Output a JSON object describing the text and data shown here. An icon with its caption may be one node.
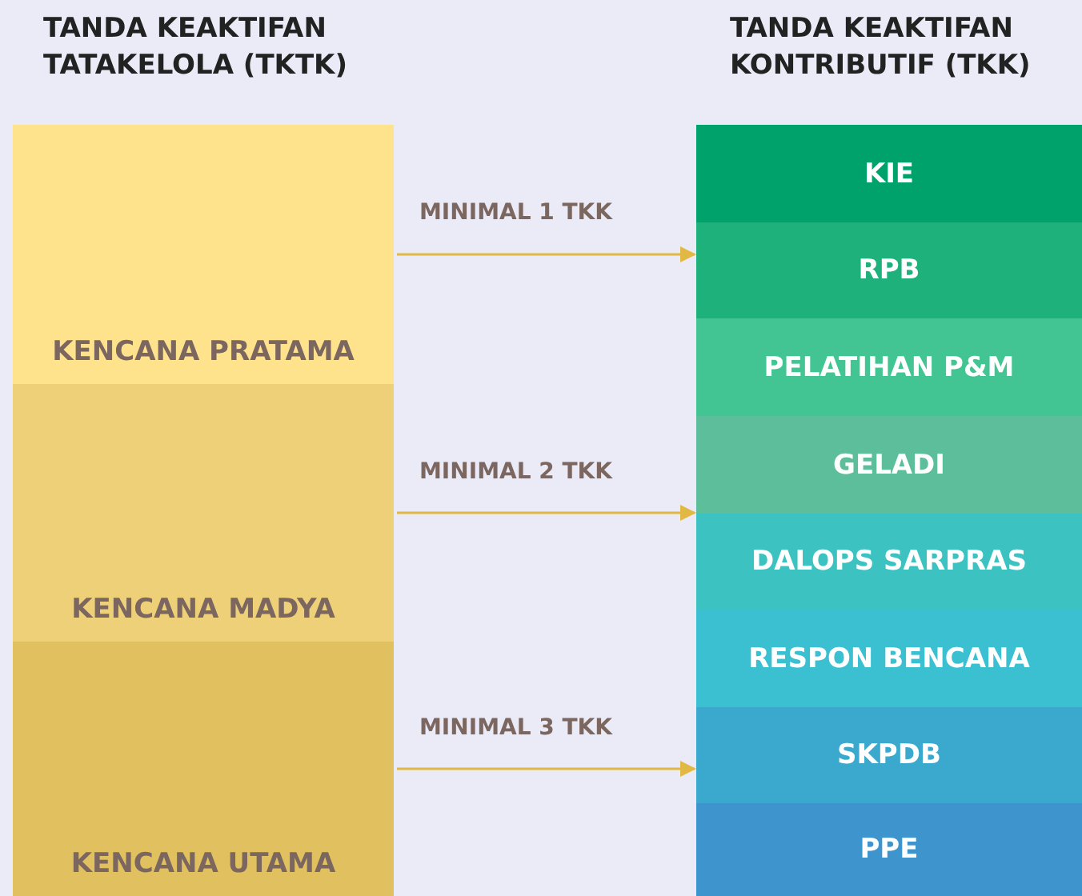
{
  "diagram": {
    "nodes": [
      {
        "text": [
          "TANDA KEAKTIFAN TATAKELOLA (TKTK)"
        ]
      },
      {
        "text": [
          "KENCANA PRATAMA"
        ],
        "in": 0
      },
      {
        "text": [
          "KENCANA MADYA"
        ],
        "in": 0
      },
      {
        "text": [
          "KENCANA UTAMA"
        ],
        "in": 0
      },
      {
        "text": [
          "TANDA KEAKTIFAN KONTRIBUTIF (TKK)"
        ]
      },
      {
        "text": [
          "KIE"
        ],
        "in": 4
      },
      {
        "text": [
          "RPB"
        ],
        "in": 4
      },
      {
        "text": [
          "PELATIHAN P&M"
        ],
        "in": 4
      },
      {
        "text": [
          "GELADI"
        ],
        "in": 4
      },
      {
        "text": [
          "DALOPS SARPRAS"
        ],
        "in": 4
      },
      {
        "text": [
          "RESPON BENCANA"
        ],
        "in": 4
      },
      {
        "text": [
          "SKPDB"
        ],
        "in": 4
      },
      {
        "text": [
          "PPE"
        ],
        "in": 4
      }
    ],
    "edges": [
      {
        "from": 1,
        "to": 4,
        "arrow": "to",
        "label": "MINIMAL 1 TKK"
      },
      {
        "from": 2,
        "to": 4,
        "arrow": "to",
        "label": "MINIMAL 2 TKK"
      },
      {
        "from": 3,
        "to": 4,
        "arrow": "to",
        "label": "MINIMAL 3 TKK"
      }
    ]
  }
}
